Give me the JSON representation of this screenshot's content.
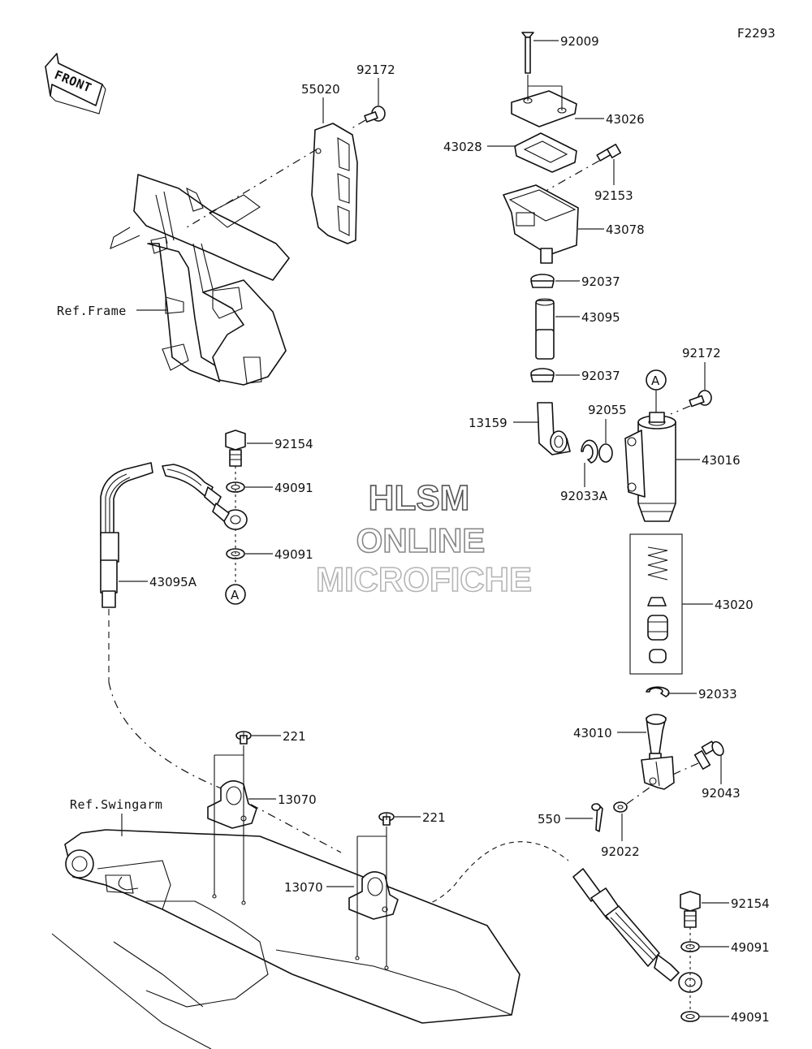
{
  "diagram": {
    "code": "F2293",
    "front_label": "FRONT",
    "refs": {
      "frame": "Ref.Frame",
      "swingarm": "Ref.Swingarm"
    },
    "circle_marker": "A",
    "watermark": [
      "HLSM",
      "ONLINE",
      "MICROFICHE"
    ],
    "watermark_colors": [
      "#555555",
      "#888888",
      "#b5b5b5"
    ],
    "parts": [
      "92009",
      "43026",
      "43028",
      "92153",
      "43078",
      "92037",
      "43095",
      "92037",
      "92172",
      "13159",
      "92055",
      "43016",
      "92033A",
      "92172",
      "55020",
      "92154",
      "49091",
      "49091",
      "43095A",
      "43020",
      "92033",
      "43010",
      "92043",
      "550",
      "92022",
      "221",
      "13070",
      "221",
      "13070",
      "92154",
      "49091",
      "49091"
    ]
  }
}
